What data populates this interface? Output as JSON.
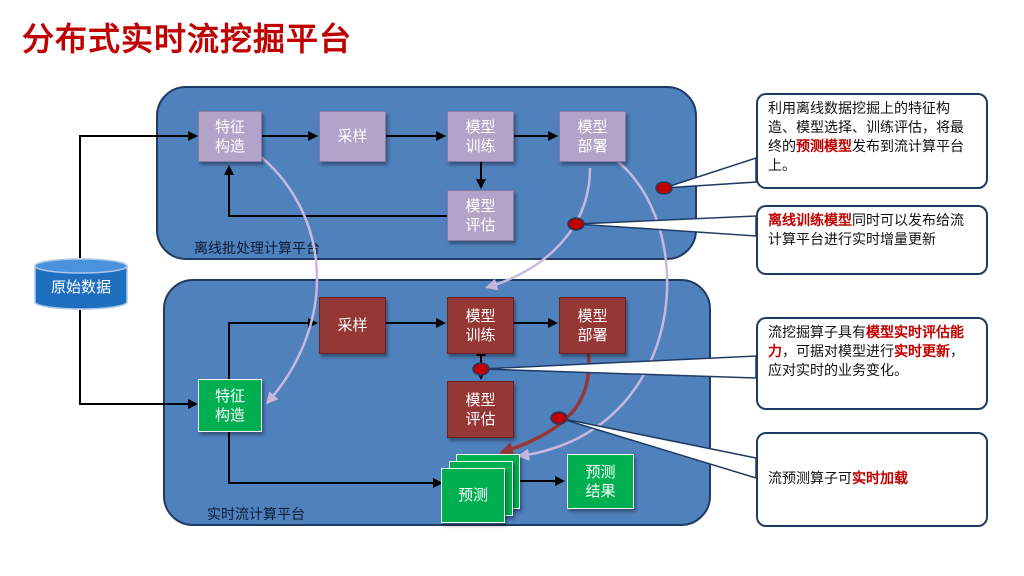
{
  "title": "分布式实时流挖掘平台",
  "source": {
    "label": "原始数据"
  },
  "offline": {
    "label": "离线批处理计算平台",
    "feature": "特征\n构造",
    "sample": "采样",
    "train": "模型\n训练",
    "deploy": "模型\n部署",
    "eval": "模型\n评估"
  },
  "realtime": {
    "label": "实时流计算平台",
    "feature": "特征\n构造",
    "sample": "采样",
    "train": "模型\n训练",
    "deploy": "模型\n部署",
    "eval": "模型\n评估",
    "predict": "预测",
    "result": "预测\n结果"
  },
  "callouts": [
    {
      "parts": [
        {
          "text": "利用离线数据挖掘上的特征构造、模型选择、训练评估，将最终的"
        },
        {
          "text": "预测模型",
          "hl": true
        },
        {
          "text": "发布到流计算平台上。"
        }
      ]
    },
    {
      "parts": [
        {
          "text": "离线训练模型",
          "hl": true
        },
        {
          "text": "同时可以发布给流计算平台进行实时增量更新"
        }
      ]
    },
    {
      "parts": [
        {
          "text": "流挖掘算子具有"
        },
        {
          "text": "模型实时评估能力",
          "hl": true
        },
        {
          "text": "，可据对模型进行"
        },
        {
          "text": "实时更新",
          "hl": true
        },
        {
          "text": "，应对实时的业务变化。"
        }
      ]
    },
    {
      "parts": [
        {
          "text": "流预测算子可"
        },
        {
          "text": "实时加载",
          "hl": true
        }
      ]
    }
  ]
}
